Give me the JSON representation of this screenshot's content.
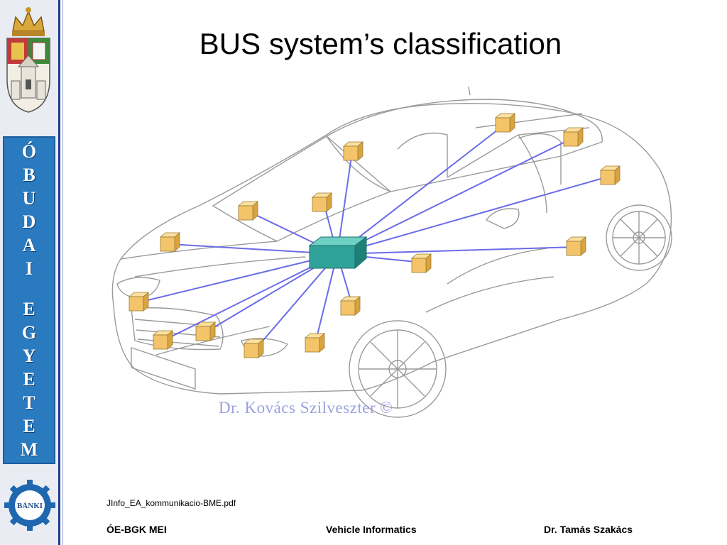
{
  "slide": {
    "title": "BUS system’s classification",
    "credit": "Dr. Kovács Szilveszter ©",
    "source": "JInfo_EA_kommunikacio-BME.pdf"
  },
  "sidebar": {
    "university_letters_line1": [
      "Ó",
      "B",
      "U",
      "D",
      "A",
      "I"
    ],
    "university_letters_line2": [
      "E",
      "G",
      "Y",
      "E",
      "T",
      "E",
      "M"
    ],
    "banki_logo_text": "BÁNKI"
  },
  "footer": {
    "left": "ÓE-BGK MEI",
    "center": "Vehicle Informatics",
    "right": "Dr. Tamás Szakács"
  },
  "colors": {
    "band_blue": "#2a7ac0",
    "rule_blue": "#1f3b8c",
    "bus_line": "#6a6ce8",
    "node_fill": "#f4c46a",
    "hub_fill": "#2fa39a"
  }
}
